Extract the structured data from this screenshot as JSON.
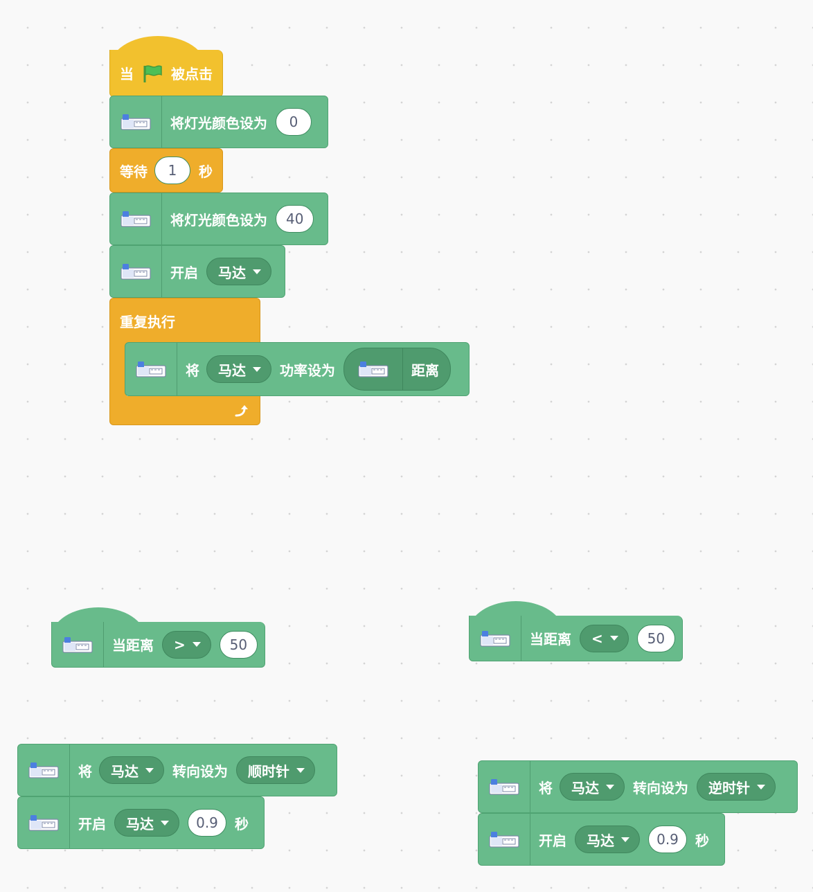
{
  "script_main": {
    "hat": {
      "when": "当",
      "clicked": "被点击",
      "flag_icon": "green-flag-icon"
    },
    "set_light_1": {
      "label": "将灯光颜色设为",
      "value": "0"
    },
    "wait": {
      "label": "等待",
      "value": "1",
      "unit": "秒"
    },
    "set_light_2": {
      "label": "将灯光颜色设为",
      "value": "40"
    },
    "start_motor": {
      "label": "开启",
      "motor": "马达"
    },
    "forever": {
      "label": "重复执行",
      "loop_icon": "loop-arrow-icon"
    },
    "set_power": {
      "label_set": "将",
      "motor": "马达",
      "label_power": "功率设为",
      "reporter": "距离"
    }
  },
  "hat_greater": {
    "label": "当距离",
    "op": ">",
    "value": "50"
  },
  "hat_less": {
    "label": "当距离",
    "op": "<",
    "value": "50"
  },
  "stack_left": {
    "set_dir": {
      "label_set": "将",
      "motor": "马达",
      "label_dir": "转向设为",
      "dir": "顺时针"
    },
    "run": {
      "label": "开启",
      "motor": "马达",
      "value": "0.9",
      "unit": "秒"
    }
  },
  "stack_right": {
    "set_dir": {
      "label_set": "将",
      "motor": "马达",
      "label_dir": "转向设为",
      "dir": "逆时针"
    },
    "run": {
      "label": "开启",
      "motor": "马达",
      "value": "0.9",
      "unit": "秒"
    }
  },
  "colors": {
    "extension_green": "#68bb8b",
    "event_yellow": "#f2c12e",
    "control_orange": "#efad2b"
  }
}
